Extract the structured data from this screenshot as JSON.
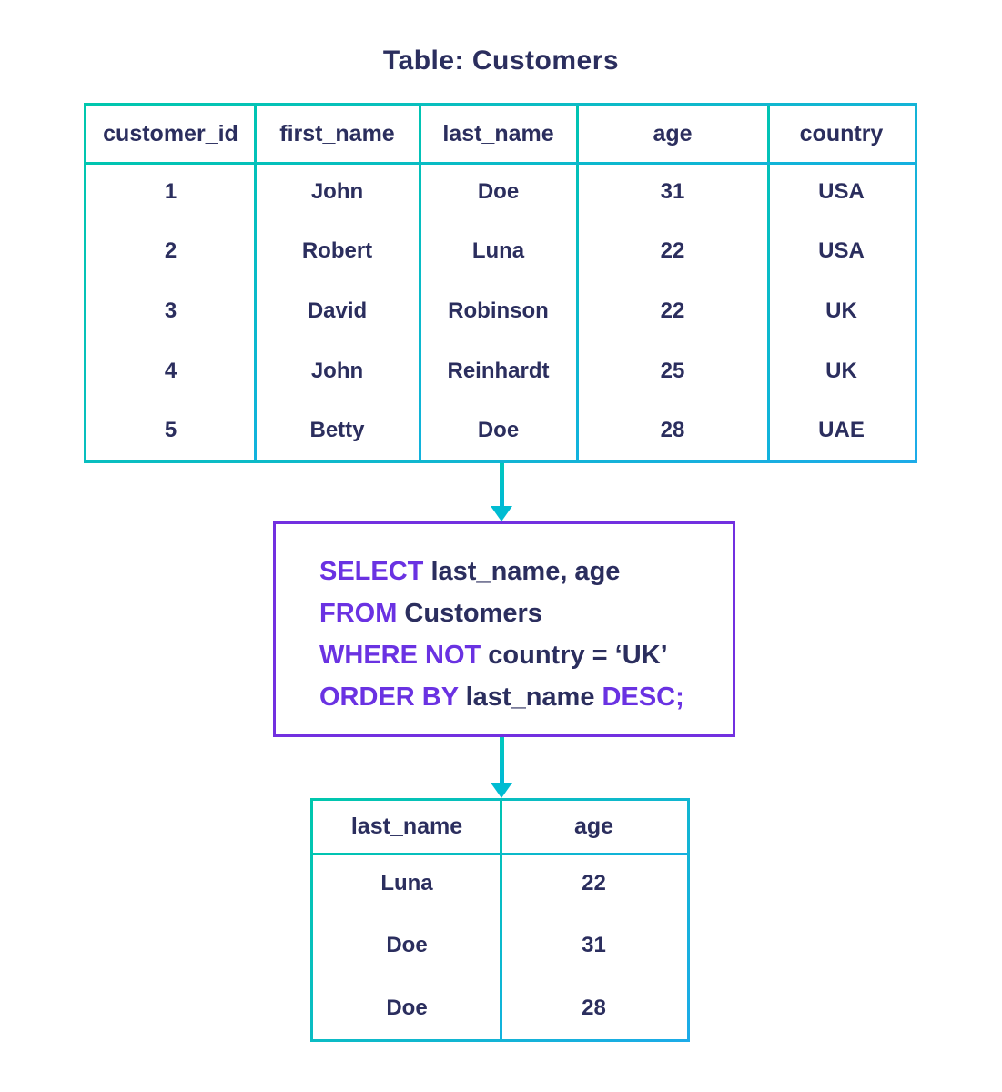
{
  "title": "Table: Customers",
  "colors": {
    "table_border_teal_start": "#00C7AD",
    "table_border_blue_end": "#1CABE8",
    "text_navy": "#2B2E5E",
    "keyword_purple": "#6A32E2",
    "sql_box_border_purple": "#7230E0",
    "arrow_cyan": "#00BCD2"
  },
  "customers_table": {
    "headers": [
      "customer_id",
      "first_name",
      "last_name",
      "age",
      "country"
    ],
    "rows": [
      [
        "1",
        "John",
        "Doe",
        "31",
        "USA"
      ],
      [
        "2",
        "Robert",
        "Luna",
        "22",
        "USA"
      ],
      [
        "3",
        "David",
        "Robinson",
        "22",
        "UK"
      ],
      [
        "4",
        "John",
        "Reinhardt",
        "25",
        "UK"
      ],
      [
        "5",
        "Betty",
        "Doe",
        "28",
        "UAE"
      ]
    ]
  },
  "sql_query": {
    "lines": [
      {
        "segments": [
          {
            "text": "SELECT",
            "type": "keyword"
          },
          {
            "text": " last_name, age",
            "type": "plain"
          }
        ]
      },
      {
        "segments": [
          {
            "text": "FROM",
            "type": "keyword"
          },
          {
            "text": " Customers",
            "type": "plain"
          }
        ]
      },
      {
        "segments": [
          {
            "text": "WHERE NOT",
            "type": "keyword"
          },
          {
            "text": " country = ‘UK’",
            "type": "plain"
          }
        ]
      },
      {
        "segments": [
          {
            "text": "ORDER BY",
            "type": "keyword"
          },
          {
            "text": " last_name ",
            "type": "plain"
          },
          {
            "text": "DESC;",
            "type": "keyword"
          }
        ]
      }
    ]
  },
  "result_table": {
    "headers": [
      "last_name",
      "age"
    ],
    "rows": [
      [
        "Luna",
        "22"
      ],
      [
        "Doe",
        "31"
      ],
      [
        "Doe",
        "28"
      ]
    ]
  }
}
